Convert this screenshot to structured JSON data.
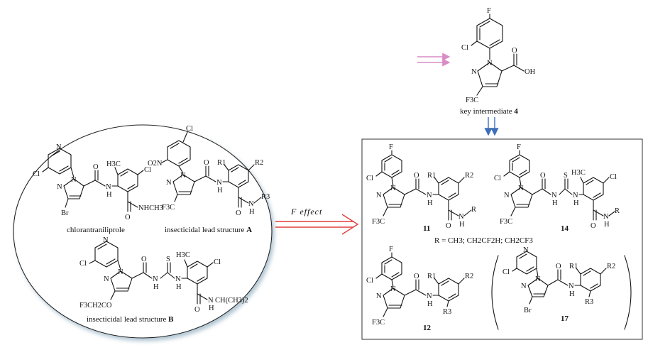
{
  "colors": {
    "pink_arrow": "#d98cc6",
    "blue_arrow": "#3d6fb8",
    "red_arrow": "#e0403a",
    "f_effect": "#3ab0c4",
    "circle_shadow": "#b7ccd8"
  },
  "intermediate": {
    "atoms": {
      "f": "F",
      "cl": "Cl",
      "n1": "N",
      "n2": "N",
      "o1": "O",
      "oh": "OH",
      "cf3": "F3C"
    },
    "caption": "key intermediate",
    "number": "4"
  },
  "circle": {
    "chlor": {
      "caption": "chlorantraniliprole",
      "n_py": "N",
      "cl_py": "Cl",
      "n1": "N",
      "n2": "N",
      "br": "Br",
      "o1": "O",
      "nh": "N",
      "h": "H",
      "ch3": "H3C",
      "cl": "Cl",
      "o2": "O",
      "nhch3": "NHCH3"
    },
    "lead_a": {
      "caption": "insecticidal lead structure",
      "letter": "A",
      "cl": "Cl",
      "no2": "O2N",
      "n1": "N",
      "n2": "N",
      "o1": "O",
      "nh": "N",
      "h": "H",
      "r1": "R1",
      "r2": "R2",
      "o2": "O",
      "nr3": "N",
      "r3": "R3",
      "h2": "H",
      "cf3": "F3C"
    },
    "lead_b": {
      "caption": "insecticidal lead structure",
      "letter": "B",
      "n_py": "N",
      "cl_py": "Cl",
      "n1": "N",
      "n2": "N",
      "o1": "O",
      "nh1": "N",
      "h1": "H",
      "s": "S",
      "nh2": "N",
      "h2": "H",
      "ch3": "H3C",
      "cl": "Cl",
      "o2": "O",
      "nh3": "N",
      "h3": "H",
      "ipr": "CH(CH3)2",
      "oc": "F3CH2CO"
    }
  },
  "f_effect": "F effect",
  "box": {
    "c11": {
      "number": "11",
      "f": "F",
      "cl": "Cl",
      "n1": "N",
      "n2": "N",
      "o1": "O",
      "nh": "N",
      "h": "H",
      "r1": "R1",
      "r2": "R2",
      "o2": "O",
      "n3": "N",
      "h3": "H",
      "r": "R",
      "cf3": "F3C"
    },
    "c14": {
      "number": "14",
      "f": "F",
      "cl": "Cl",
      "n1": "N",
      "n2": "N",
      "o1": "O",
      "nh1": "N",
      "h1": "H",
      "s": "S",
      "nh2": "N",
      "h2": "H",
      "ch3": "H3C",
      "cl2": "Cl",
      "o2": "O",
      "n3": "N",
      "h3": "H",
      "r": "R",
      "cf3": "F3C"
    },
    "r_def": "R = CH3; CH2CF2H; CH2CF3",
    "c12": {
      "number": "12",
      "f": "F",
      "cl": "Cl",
      "n1": "N",
      "n2": "N",
      "o1": "O",
      "nh": "N",
      "h": "H",
      "r1": "R1",
      "r2": "R2",
      "r3": "R3",
      "cf3": "F3C"
    },
    "c17": {
      "number": "17",
      "n_py": "N",
      "cl": "Cl",
      "n1": "N",
      "n2": "N",
      "o1": "O",
      "nh": "N",
      "h": "H",
      "r1": "R1",
      "r2": "R2",
      "r3": "R3",
      "br": "Br"
    }
  }
}
